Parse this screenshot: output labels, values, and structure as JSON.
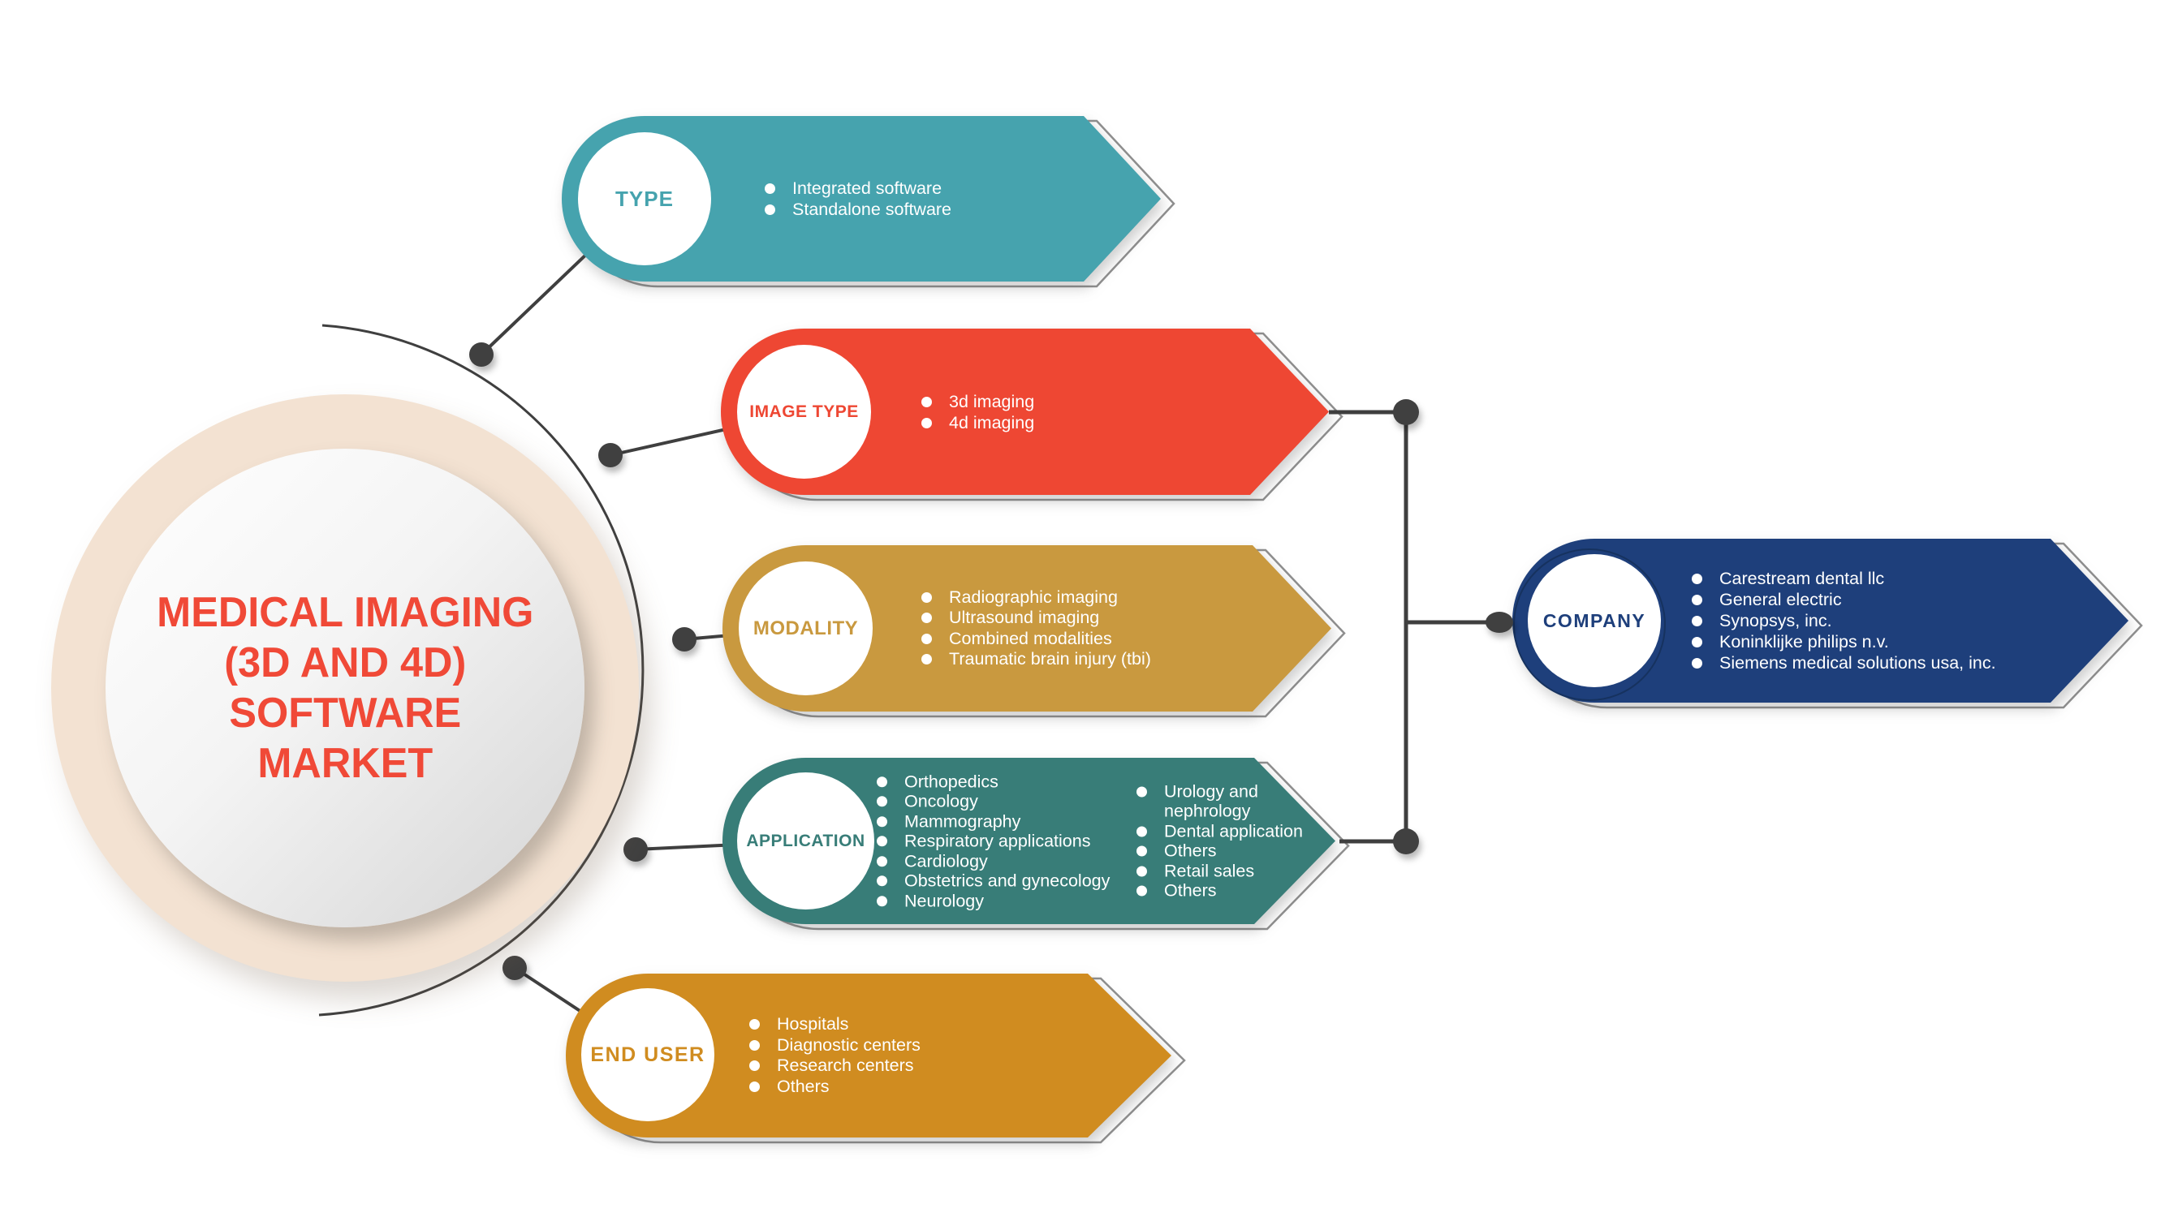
{
  "center": {
    "title": "MEDICAL IMAGING\n(3D AND 4D)\nSOFTWARE\nMARKET",
    "text_color": "#f04937",
    "ring_color": "#f3e2d2"
  },
  "connector_color": "#3f3f3f",
  "segments": [
    {
      "id": "type",
      "label": "TYPE",
      "color": "#46a3ae",
      "items": [
        "Integrated software",
        "Standalone software"
      ]
    },
    {
      "id": "image-type",
      "label": "IMAGE TYPE",
      "color": "#ee4733",
      "items": [
        "3d imaging",
        "4d imaging"
      ]
    },
    {
      "id": "modality",
      "label": "MODALITY",
      "color": "#c9993f",
      "items": [
        "Radiographic imaging",
        "Ultrasound imaging",
        "Combined modalities",
        "Traumatic brain injury (tbi)"
      ]
    },
    {
      "id": "application",
      "label": "APPLICATION",
      "color": "#387d78",
      "items_left": [
        "Orthopedics",
        "Oncology",
        "Mammography",
        "Respiratory applications",
        "Cardiology",
        "Obstetrics and gynecology",
        "Neurology"
      ],
      "items_right": [
        "Urology and nephrology",
        "Dental application",
        "Others",
        "Retail sales",
        "Others"
      ]
    },
    {
      "id": "end-user",
      "label": "END USER",
      "color": "#d08c20",
      "items": [
        "Hospitals",
        "Diagnostic centers",
        "Research centers",
        "Others"
      ]
    },
    {
      "id": "company",
      "label": "COMPANY",
      "color": "#1e3f7b",
      "items": [
        "Carestream dental llc",
        "General electric",
        "Synopsys, inc.",
        "Koninklijke philips n.v.",
        "Siemens medical solutions usa, inc."
      ]
    }
  ]
}
